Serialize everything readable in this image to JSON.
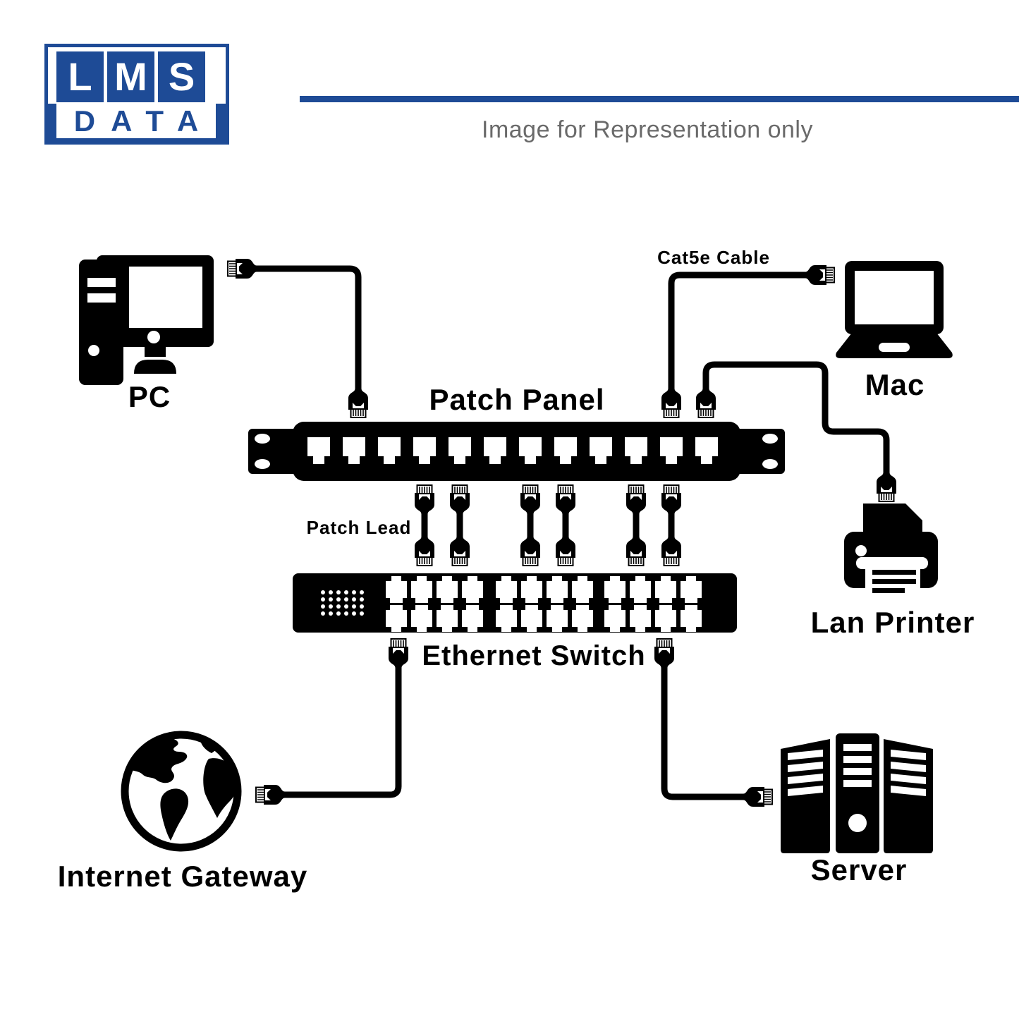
{
  "header": {
    "logo": {
      "letters": [
        "L",
        "M",
        "S"
      ],
      "word": "DATA"
    },
    "note": "Image for Representation only"
  },
  "diagram": {
    "nodes": {
      "pc": {
        "label": "PC"
      },
      "mac": {
        "label": "Mac"
      },
      "patch_panel": {
        "label": "Patch Panel",
        "ports": 12
      },
      "ethernet_switch": {
        "label": "Ethernet Switch",
        "ports": 24
      },
      "lan_printer": {
        "label": "Lan Printer"
      },
      "internet_gateway": {
        "label": "Internet Gateway"
      },
      "server": {
        "label": "Server"
      }
    },
    "annotations": {
      "cat5e_cable": "Cat5e Cable",
      "patch_lead": "Patch Lead"
    }
  },
  "colors": {
    "brand_blue": "#1e4b96",
    "note_gray": "#6a6a6a",
    "ink": "#000000"
  }
}
